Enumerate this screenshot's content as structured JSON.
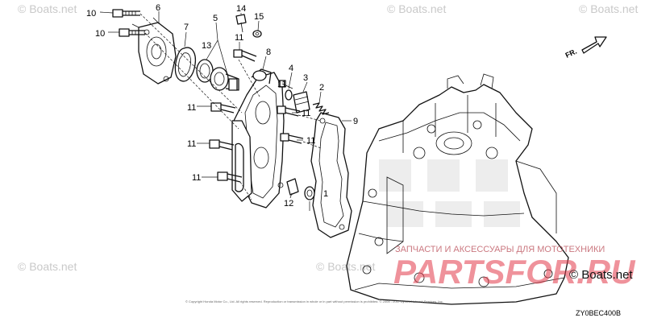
{
  "watermarks": [
    "© Boats.net",
    "© Boats.net",
    "© Boats.net",
    "© Boats.net",
    "© Boats.net"
  ],
  "copyright": "© Boats.net",
  "brand": {
    "subtitle": "ЗАПЧАСТИ И АКСЕССУАРЫ ДЛЯ МОТОТЕХНИКИ",
    "logo_text": "PARTSFOR.RU"
  },
  "direction_marker": "FR.",
  "diagram_code": "ZY0BEC400B",
  "fine_print": "© Copyright Honda Motor Co., Ltd. All rights reserved. Reproduction or transmission in whole or in part without permission is prohibited. © 2004 - 2017 by ARI Network Services, Inc.",
  "callouts": [
    "10",
    "10",
    "6",
    "7",
    "5",
    "13",
    "14",
    "11",
    "15",
    "8",
    "4",
    "11",
    "3",
    "2",
    "9",
    "11",
    "11",
    "11",
    "11",
    "11",
    "12",
    "1"
  ],
  "colors": {
    "line": "#111111",
    "watermark": "#c9c9c9",
    "brand": "#e23a4a"
  }
}
